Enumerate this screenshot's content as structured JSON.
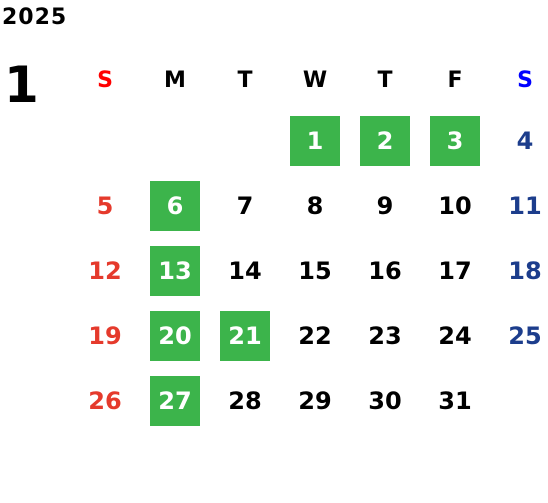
{
  "year": "2025",
  "month": "1",
  "weekdays": [
    "S",
    "M",
    "T",
    "W",
    "T",
    "F",
    "S"
  ],
  "colors": {
    "sunday_header": "#ff0000",
    "saturday_header": "#0000ff",
    "sunday_date": "#e53a2c",
    "saturday_date": "#1c3d8c",
    "holiday_fill": "#3cb44b"
  },
  "weeks": [
    [
      null,
      null,
      null,
      {
        "d": "1",
        "h": true
      },
      {
        "d": "2",
        "h": true
      },
      {
        "d": "3",
        "h": true
      },
      {
        "d": "4"
      }
    ],
    [
      {
        "d": "5"
      },
      {
        "d": "6",
        "h": true
      },
      {
        "d": "7"
      },
      {
        "d": "8"
      },
      {
        "d": "9"
      },
      {
        "d": "10"
      },
      {
        "d": "11"
      }
    ],
    [
      {
        "d": "12"
      },
      {
        "d": "13",
        "h": true
      },
      {
        "d": "14"
      },
      {
        "d": "15"
      },
      {
        "d": "16"
      },
      {
        "d": "17"
      },
      {
        "d": "18"
      }
    ],
    [
      {
        "d": "19"
      },
      {
        "d": "20",
        "h": true
      },
      {
        "d": "21",
        "h": true
      },
      {
        "d": "22"
      },
      {
        "d": "23"
      },
      {
        "d": "24"
      },
      {
        "d": "25"
      }
    ],
    [
      {
        "d": "26"
      },
      {
        "d": "27",
        "h": true
      },
      {
        "d": "28"
      },
      {
        "d": "29"
      },
      {
        "d": "30"
      },
      {
        "d": "31"
      },
      null
    ]
  ]
}
